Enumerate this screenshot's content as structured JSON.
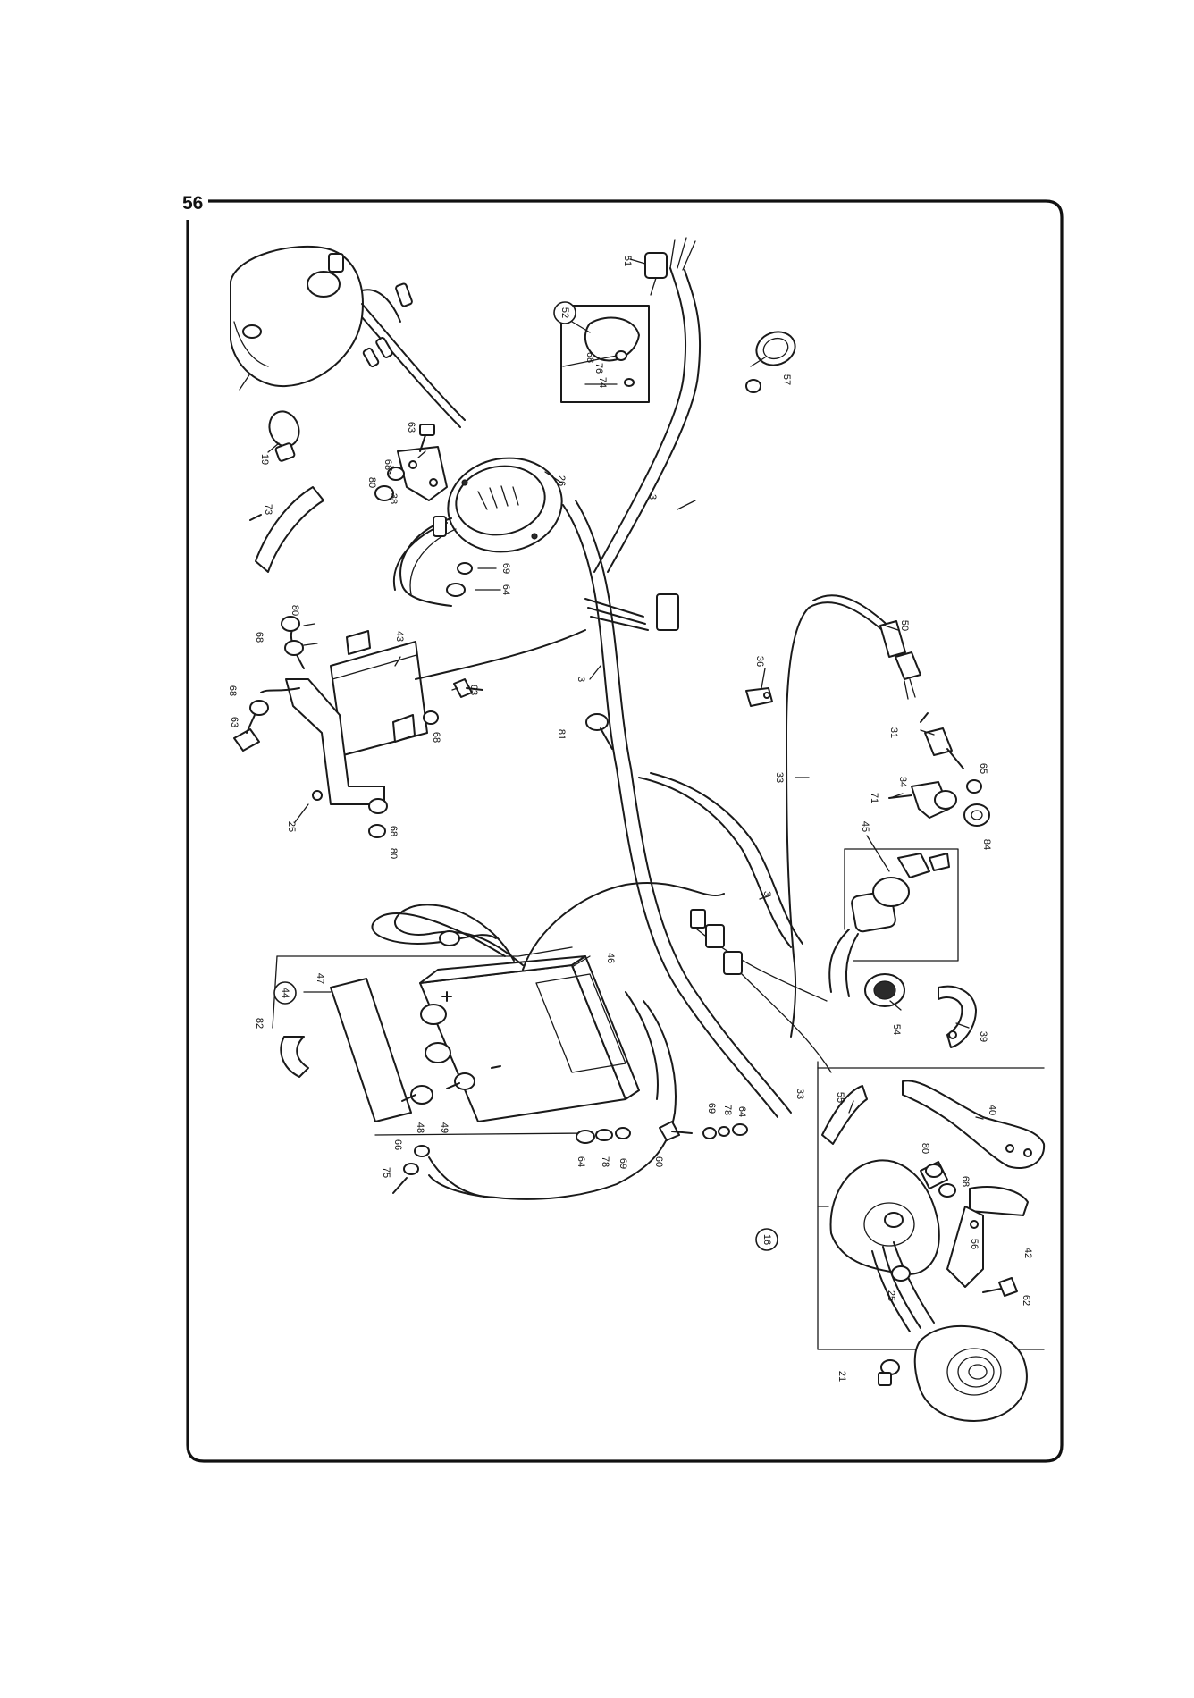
{
  "page_number": "56",
  "callouts": [
    {
      "label": "51"
    },
    {
      "label": "52"
    },
    {
      "label": "68"
    },
    {
      "label": "76"
    },
    {
      "label": "74"
    },
    {
      "label": "57"
    },
    {
      "label": "19"
    },
    {
      "label": "73"
    },
    {
      "label": "63"
    },
    {
      "label": "68"
    },
    {
      "label": "80"
    },
    {
      "label": "38"
    },
    {
      "label": "26"
    },
    {
      "label": "3"
    },
    {
      "label": "69"
    },
    {
      "label": "64"
    },
    {
      "label": "80"
    },
    {
      "label": "68"
    },
    {
      "label": "68"
    },
    {
      "label": "63"
    },
    {
      "label": "43"
    },
    {
      "label": "63"
    },
    {
      "label": "68"
    },
    {
      "label": "3"
    },
    {
      "label": "36"
    },
    {
      "label": "50"
    },
    {
      "label": "81"
    },
    {
      "label": "25"
    },
    {
      "label": "68"
    },
    {
      "label": "80"
    },
    {
      "label": "31"
    },
    {
      "label": "33"
    },
    {
      "label": "71"
    },
    {
      "label": "34"
    },
    {
      "label": "65"
    },
    {
      "label": "84"
    },
    {
      "label": "45"
    },
    {
      "label": "3"
    },
    {
      "label": "46"
    },
    {
      "label": "44"
    },
    {
      "label": "47"
    },
    {
      "label": "82"
    },
    {
      "label": "39"
    },
    {
      "label": "54"
    },
    {
      "label": "33"
    },
    {
      "label": "55"
    },
    {
      "label": "40"
    },
    {
      "label": "48"
    },
    {
      "label": "49"
    },
    {
      "label": "64"
    },
    {
      "label": "78"
    },
    {
      "label": "69"
    },
    {
      "label": "60"
    },
    {
      "label": "69"
    },
    {
      "label": "78"
    },
    {
      "label": "64"
    },
    {
      "label": "66"
    },
    {
      "label": "75"
    },
    {
      "label": "80"
    },
    {
      "label": "68"
    },
    {
      "label": "16"
    },
    {
      "label": "56"
    },
    {
      "label": "42"
    },
    {
      "label": "25"
    },
    {
      "label": "62"
    },
    {
      "label": "21"
    }
  ]
}
